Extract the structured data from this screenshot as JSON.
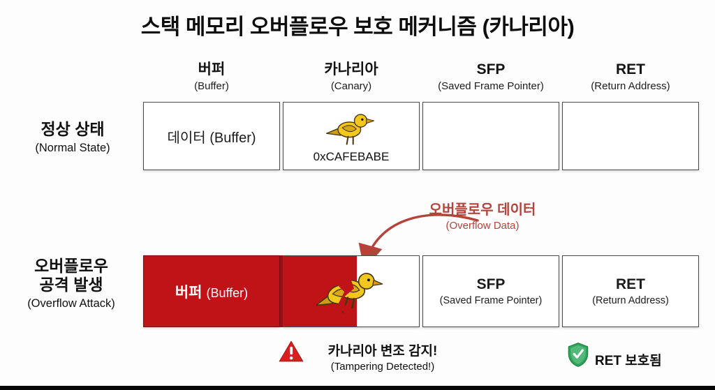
{
  "title": "스택 메모리 오버플로우 보호 메커니즘 (카나리아)",
  "columns": [
    {
      "ko": "버퍼",
      "en": "(Buffer)"
    },
    {
      "ko": "카나리아",
      "en": "(Canary)"
    },
    {
      "ko": "SFP",
      "en": "(Saved Frame Pointer)"
    },
    {
      "ko": "RET",
      "en": "(Return Address)"
    }
  ],
  "rows": {
    "normal": {
      "label_ko": "정상 상태",
      "label_en": "(Normal State)",
      "buffer_text": "데이터 (Buffer)",
      "canary_value": "0xCAFEBABE"
    },
    "attack": {
      "label_ko1": "오버플로우",
      "label_ko2": "공격 발생",
      "label_en": "(Overflow Attack)",
      "buffer_ko": "버퍼",
      "buffer_en": "(Buffer)",
      "sfp_ko": "SFP",
      "sfp_en": "(Saved Frame Pointer)",
      "ret_ko": "RET",
      "ret_en": "(Return Address)"
    }
  },
  "annotations": {
    "overflow_ko": "오버플로우 데이터",
    "overflow_en": "(Overflow Data)",
    "tamper_ko": "카나리아 변조 감지!",
    "tamper_en": "(Tampering Detected!)",
    "ret_protected": "RET 보호됨"
  },
  "icons": {
    "canary": "canary-bird-icon",
    "broken_canary": "broken-canary-bird-icon",
    "warning": "warning-triangle-icon",
    "shield": "shield-check-icon",
    "arrow": "curved-overflow-arrow-icon"
  },
  "colors": {
    "overflow_red": "#c01318",
    "divider_red": "#9c1114",
    "annotation_red": "#b5433a",
    "warning_red": "#d81f1f",
    "shield_green": "#2fa45c"
  }
}
